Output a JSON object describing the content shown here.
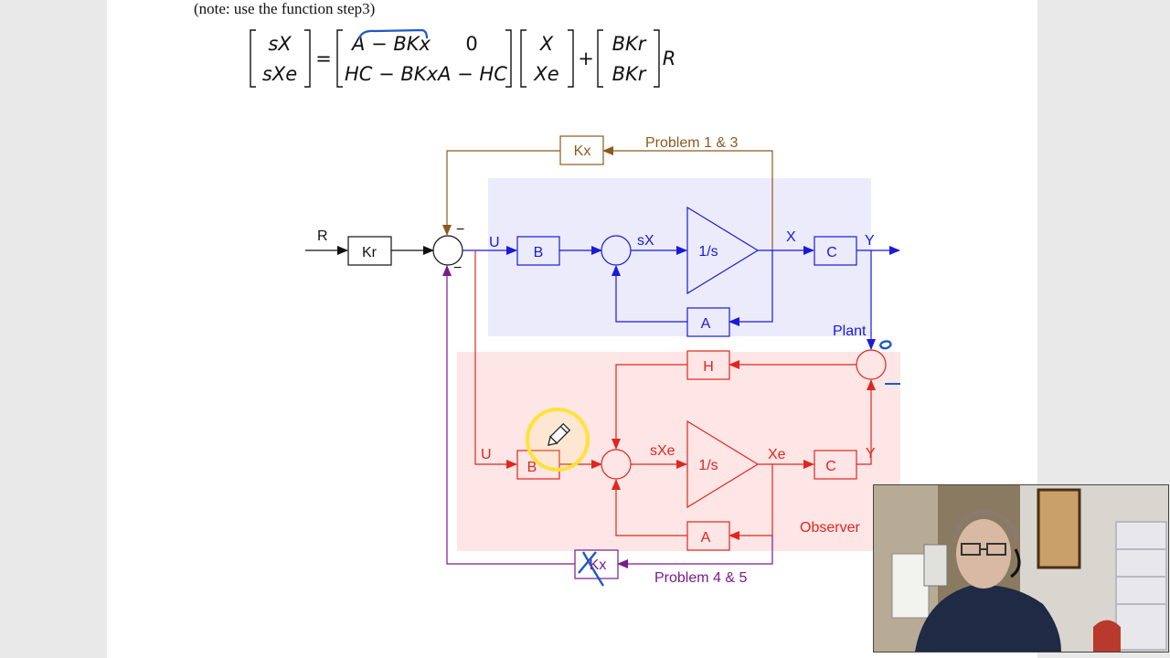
{
  "document": {
    "note": "(note:  use the function step3)",
    "equation": {
      "lhs": [
        "sX",
        "sXe"
      ],
      "matrix": [
        [
          "A − BKx",
          "0"
        ],
        [
          "HC − BKx",
          "A − HC"
        ]
      ],
      "state": [
        "X",
        "Xe"
      ],
      "input_matrix": [
        "BKr",
        "BKr"
      ],
      "input": "R",
      "equals": "=",
      "plus": "+"
    }
  },
  "diagram": {
    "colors": {
      "feedback_top": "#8b5a1e",
      "plant": "#1a1ad8",
      "observer": "#e0261f",
      "feedback_bottom": "#7a1a8a",
      "plant_bg": "#ebebfb",
      "observer_bg": "#fde6e5"
    },
    "labels": {
      "problem_top": "Problem 1 & 3",
      "problem_bottom": "Problem 4 & 5",
      "plant": "Plant",
      "observer": "Observer",
      "R": "R",
      "U_top": "U",
      "sX": "sX",
      "X": "X",
      "Y_top": "Y",
      "U_bottom": "U",
      "sXe": "sXe",
      "Xe": "Xe",
      "Y_bottom": "Y",
      "minus": "−"
    },
    "blocks": {
      "kr": "Kr",
      "kx_top": "Kx",
      "b_top": "B",
      "integrator_top": "1/s",
      "a_top": "A",
      "c_top": "C",
      "h": "H",
      "b_bottom": "B",
      "integrator_bottom": "1/s",
      "c_bottom": "C",
      "a_bottom": "A",
      "kx_bottom": "Kx"
    }
  },
  "annotations": {
    "pen_cursor": "pencil-icon",
    "highlight_color": "#ffe23a"
  }
}
